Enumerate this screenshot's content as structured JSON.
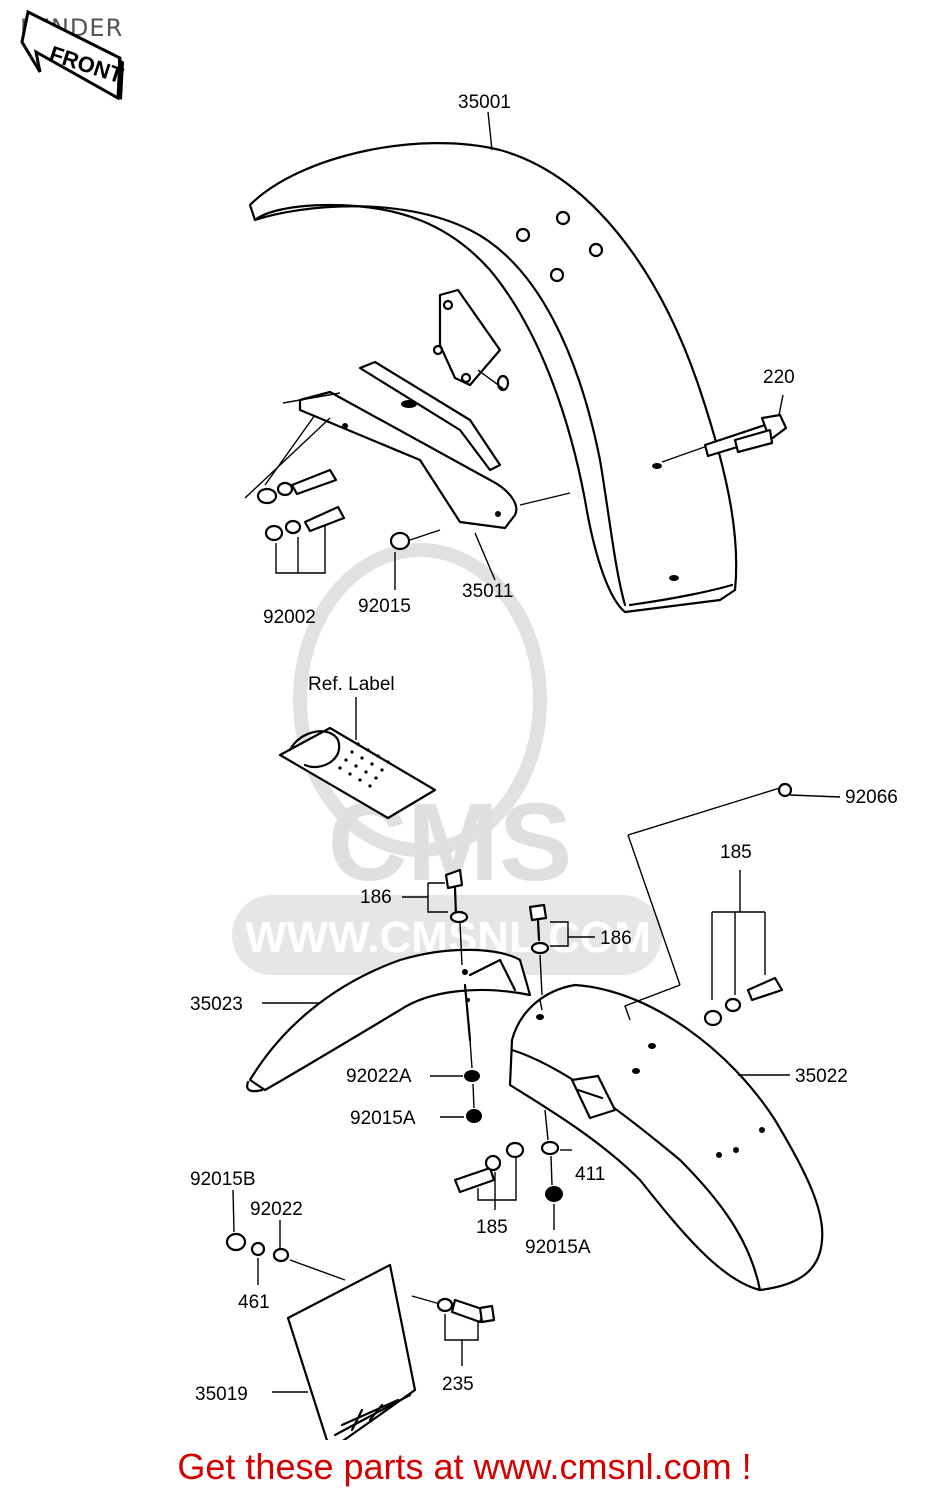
{
  "title": "FENDER",
  "footer": "Get these parts at www.cmsnl.com !",
  "front_arrow": "FRONT",
  "watermark": {
    "brand": "CMS",
    "url": "WWW.CMSNL.COM"
  },
  "labels": {
    "p35001": "35001",
    "p220": "220",
    "p92002": "92002",
    "p92015": "92015",
    "p35011": "35011",
    "ref_label": "Ref. Label",
    "p92066": "92066",
    "p185_top": "185",
    "p186_left": "186",
    "p186_right": "186",
    "p35023": "35023",
    "p35022": "35022",
    "p92022A": "92022A",
    "p92015A_left": "92015A",
    "p411": "411",
    "p185_bottom": "185",
    "p92015A_bottom": "92015A",
    "p92015B": "92015B",
    "p92022": "92022",
    "p461": "461",
    "p235": "235",
    "p35019": "35019"
  },
  "colors": {
    "footer": "#d40000",
    "lines": "#000000",
    "watermark": "#d8d8d8",
    "title": "#555555"
  }
}
